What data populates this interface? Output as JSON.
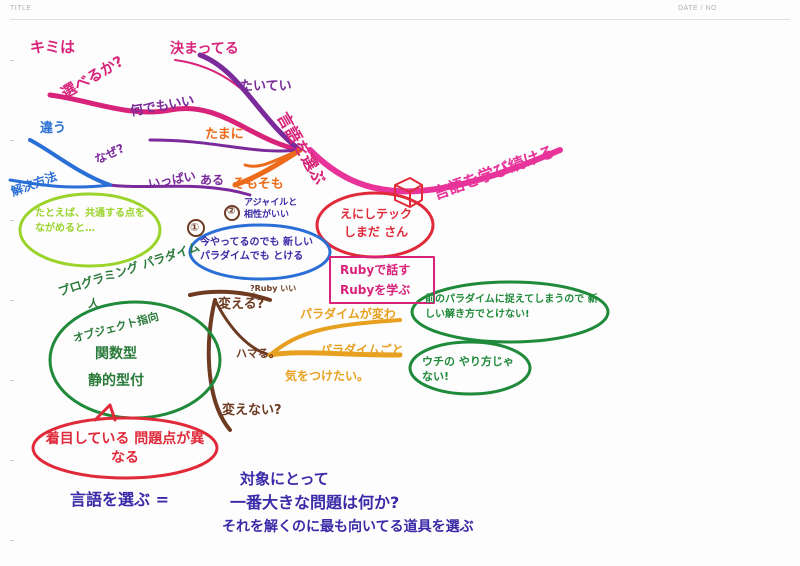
{
  "header": {
    "title_label": "TITLE",
    "date_label": "DATE / NO"
  },
  "branches": {
    "kimi": "キミは",
    "eraberu": "選べるか?",
    "kimatteru": "決まってる",
    "taitei": "たいてい",
    "nandemo": "何でもいい",
    "tamani": "たまに",
    "chigau": "違う",
    "naze": "なぜ?",
    "ippai": "いっぱい",
    "aru": "ある",
    "somosomo": "そもそも",
    "center": "言語を選ぶ",
    "learn": "言語を学び続ける",
    "company": "えにしテック しまだ さん",
    "ruby_speak": "Rubyで話す",
    "ruby_learn": "Rubyを学ぶ",
    "kaiketsu": "解決方法",
    "tatoeba": "たとえば、共通する点をながめると…",
    "num1": "①",
    "num2": "②",
    "agile": "アジャイルと相性がいい",
    "shinai": "今やってるのでも 新しいパラダイムでも とける",
    "paradigm": "プログラミング パラダイム",
    "hito": "人",
    "list_oop": "オブジェクト指向",
    "list_func": "関数型",
    "list_static": "静的型付",
    "ruby_lit": "?Ruby いいよ",
    "kaeru": "変える?",
    "hamaru": "ハマる。",
    "kaenai": "変えない?",
    "paradigm_shift": "パラダイムが変わ",
    "paradigm2": "パラダイムごと",
    "kiotsuke": "気をつけたい。",
    "old_para": "前のパラダイムに捉えてしまうので 新しい解き方でとけない!",
    "uchi": "ウチの やり方じゃない!",
    "focus": "着目している 問題点が異なる",
    "bottom_left": "言語を選ぶ =",
    "bottom_1": "対象にとって",
    "bottom_2": "一番大きな問題は何か?",
    "bottom_3": "それを解くのに最も向いてる道具を選ぶ"
  },
  "colors": {
    "magenta": "#d8237a",
    "purple": "#7a2a9a",
    "orange": "#ec6b1a",
    "blue": "#2a6fd6",
    "green": "#1f8a3a",
    "red": "#e02a3a",
    "brown": "#6e3a22",
    "lime": "#9ad32a",
    "indigo": "#3b2aa8",
    "yellow": "#e8a020",
    "pink": "#e8349a"
  }
}
